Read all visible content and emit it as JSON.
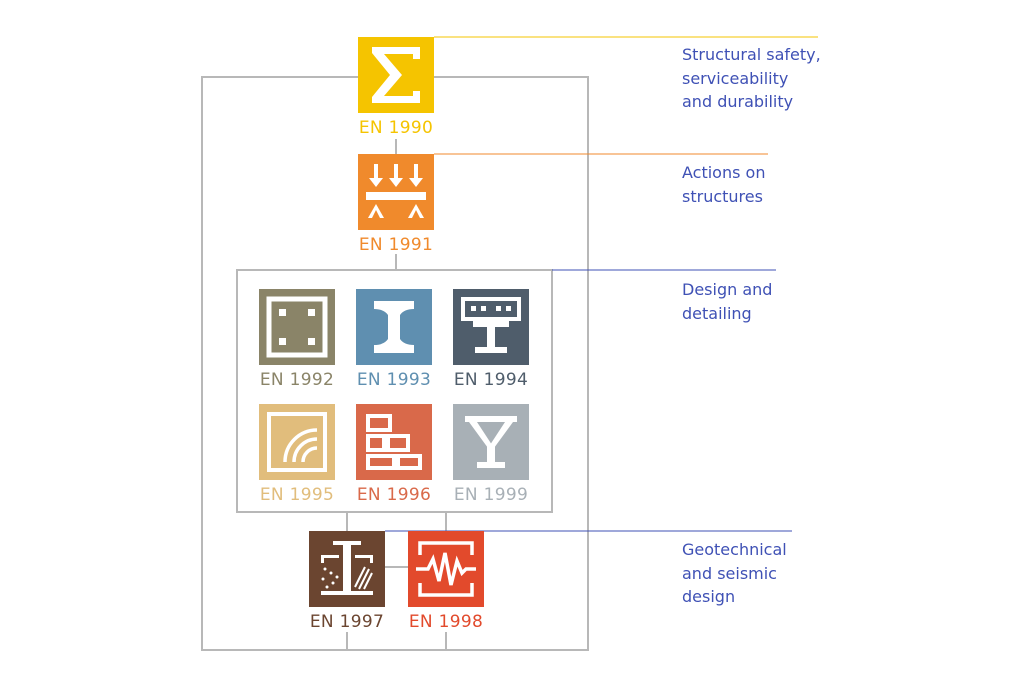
{
  "colors": {
    "en1990": "#f5c400",
    "en1991": "#f08a2c",
    "en1992": "#8a8468",
    "en1993": "#5f8fb0",
    "en1994": "#4f5d6b",
    "en1995": "#e1bd7c",
    "en1996": "#d9694a",
    "en1999": "#a8b0b6",
    "en1997": "#6b4530",
    "en1998": "#e24a2c",
    "frame": "#b8b8b8",
    "description": "#3f51b5"
  },
  "eurocodes": [
    {
      "id": "en1990",
      "code": "EN 1990",
      "icon": "sigma-icon"
    },
    {
      "id": "en1991",
      "code": "EN 1991",
      "icon": "loads-arrows-icon"
    },
    {
      "id": "en1992",
      "code": "EN 1992",
      "icon": "concrete-section-icon"
    },
    {
      "id": "en1993",
      "code": "EN 1993",
      "icon": "steel-i-beam-icon"
    },
    {
      "id": "en1994",
      "code": "EN 1994",
      "icon": "composite-beam-icon"
    },
    {
      "id": "en1995",
      "code": "EN 1995",
      "icon": "timber-rings-icon"
    },
    {
      "id": "en1996",
      "code": "EN 1996",
      "icon": "masonry-bricks-icon"
    },
    {
      "id": "en1999",
      "code": "EN 1999",
      "icon": "aluminium-section-icon"
    },
    {
      "id": "en1997",
      "code": "EN 1997",
      "icon": "pile-soil-icon"
    },
    {
      "id": "en1998",
      "code": "EN 1998",
      "icon": "seismic-wave-icon"
    }
  ],
  "descriptions": [
    {
      "id": "safety",
      "text": "Structural safety,\nserviceability\nand durability",
      "line_color": "#f5c400"
    },
    {
      "id": "actions",
      "text": "Actions on\nstructures",
      "line_color": "#f08a2c"
    },
    {
      "id": "design",
      "text": "Design and\ndetailing",
      "line_color": "#3f51b5"
    },
    {
      "id": "geo",
      "text": "Geotechnical\nand seismic\ndesign",
      "line_color": "#3f51b5"
    }
  ]
}
